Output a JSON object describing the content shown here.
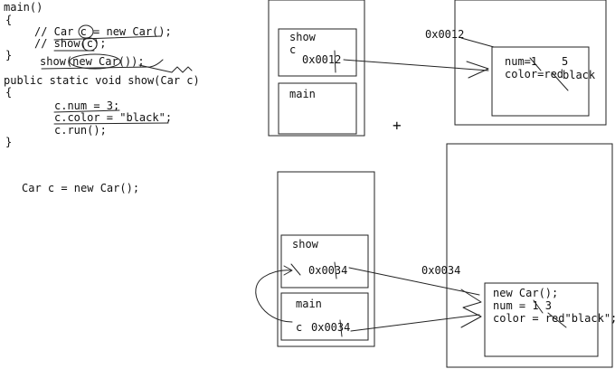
{
  "code": {
    "lines": [
      "main()",
      "{",
      "// Car c = new Car();",
      "// show(c);",
      "}",
      "show(new Car());",
      "public static void show(Car c)",
      "{",
      "c.num = 3;",
      "c.color = \"black\";",
      "c.run();",
      "}",
      "Car c = new Car();"
    ]
  },
  "diagram_top": {
    "frame_show_label": "show",
    "frame_show_var": "c",
    "frame_show_addr": "0x0012",
    "frame_main_label": "main",
    "heap_addr_label": "0x0012",
    "obj_num": "num=1",
    "obj_num_new": "5",
    "obj_color": "color=red",
    "obj_color_new": "black"
  },
  "diagram_bottom": {
    "frame_show_label": "show",
    "frame_show_addr": "0x0034",
    "frame_main_label": "main",
    "frame_main_var": "c",
    "frame_main_addr": "0x0034",
    "heap_addr_label": "0x0034",
    "obj_line1": "new Car();",
    "obj_line2": "num = 1 3",
    "obj_line3": "color = red\"black\";"
  },
  "marks": {
    "plus": "+"
  }
}
